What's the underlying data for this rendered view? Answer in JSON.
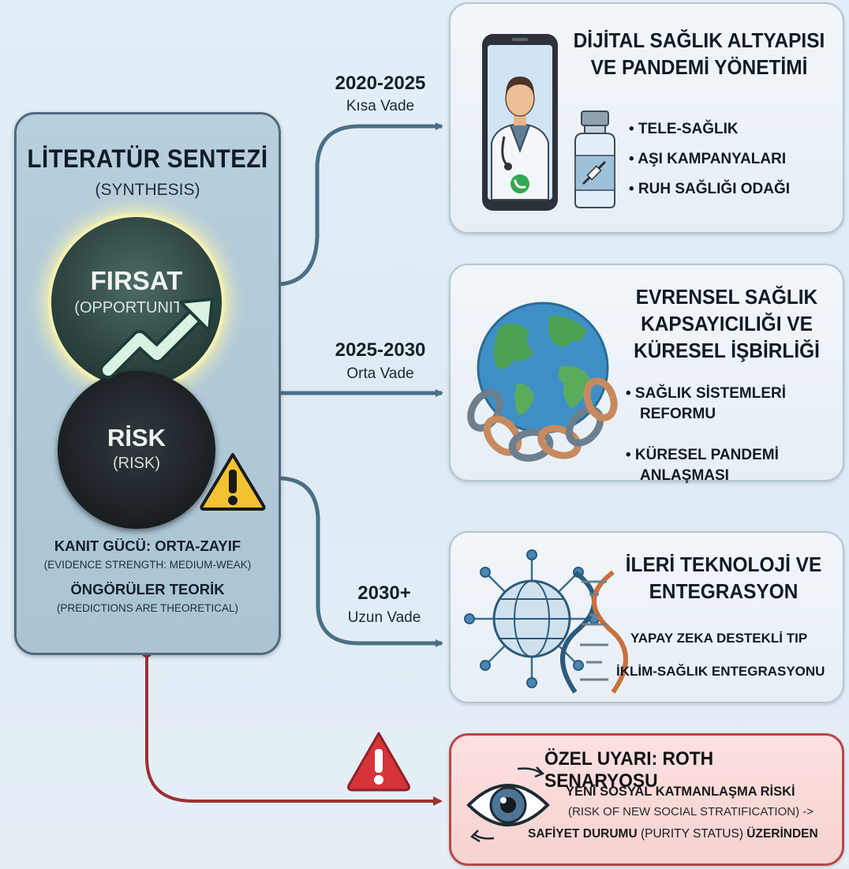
{
  "synthesis": {
    "title": "LİTERATÜR SENTEZİ",
    "subtitle": "(SYNTHESIS)",
    "opportunity": {
      "label": "FIRSAT",
      "sub": "(OPPORTUNITY)"
    },
    "risk": {
      "label": "RİSK",
      "sub": "(RISK)"
    },
    "evidence_label": "KANIT GÜCÜ: ORTA-ZAYIF",
    "evidence_sub": "(EVIDENCE STRENGTH: MEDIUM-WEAK)",
    "predictions_label": "ÖNGÖRÜLER TEORİK",
    "predictions_sub": "(PREDICTIONS ARE THEORETICAL)"
  },
  "timeline": [
    {
      "period": "2020-2025",
      "term": "Kısa Vade"
    },
    {
      "period": "2025-2030",
      "term": "Orta Vade"
    },
    {
      "period": "2030+",
      "term": "Uzun Vade"
    }
  ],
  "cards": [
    {
      "title_lines": [
        "DİJİTAL SAĞLIK ALTYAPISI",
        "VE PANDEMİ YÖNETİMİ"
      ],
      "bullets": [
        "• TELE-SAĞLIK",
        "• AŞI KAMPANYALARI",
        "• RUH SAĞLIĞI ODAĞI"
      ]
    },
    {
      "title_lines": [
        "EVRENSEL SAĞLIK",
        "KAPSAYICILIĞI VE",
        "KÜRESEL İŞBİRLİĞİ"
      ],
      "bullets": [
        {
          "line1": "• SAĞLIK SİSTEMLERİ",
          "line2": "REFORMU"
        },
        {
          "line1": "• KÜRESEL PANDEMİ",
          "line2": "ANLAŞMASI"
        }
      ]
    },
    {
      "title_lines": [
        "İLERİ TEKNOLOJİ VE",
        "ENTEGRASYON"
      ],
      "items": [
        "YAPAY ZEKA DESTEKLİ TIP",
        "İKLİM-SAĞLIK ENTEGRASYONU"
      ]
    }
  ],
  "warning": {
    "title": "ÖZEL UYARI: ROTH SENARYOSU",
    "line1": "YENİ SOSYAL KATMANLAŞMA RİSKİ",
    "line2": "(RISK OF NEW SOCIAL STRATIFICATION) ->",
    "line3_a": "SAFİYET DURUMU",
    "line3_b": " (PURITY STATUS) ",
    "line3_c": "ÜZERİNDEN"
  },
  "colors": {
    "connector": "#4a7088",
    "warning_connector": "#9e2f34",
    "warning_border": "#b8474a",
    "glow": "#fff6b8"
  },
  "icons": {
    "phone": "smartphone-doctor-icon",
    "vial": "vaccine-vial-icon",
    "globe": "globe-chain-icon",
    "network": "network-globe-icon",
    "dna": "dna-icon",
    "eye": "eye-icon",
    "warning": "warning-triangle-icon",
    "trend": "trend-up-arrow-icon"
  }
}
